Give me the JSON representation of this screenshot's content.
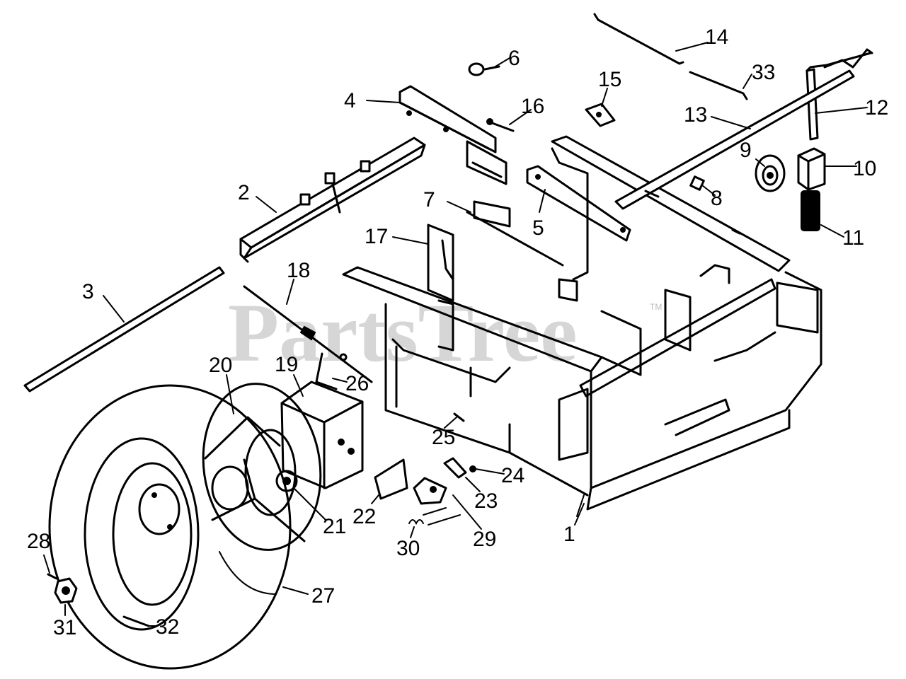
{
  "watermark": {
    "text": "PartsTree",
    "trademark": "TM"
  },
  "callouts": [
    {
      "id": "1",
      "label": "1"
    },
    {
      "id": "2",
      "label": "2"
    },
    {
      "id": "3",
      "label": "3"
    },
    {
      "id": "4",
      "label": "4"
    },
    {
      "id": "5",
      "label": "5"
    },
    {
      "id": "6",
      "label": "6"
    },
    {
      "id": "7",
      "label": "7"
    },
    {
      "id": "8",
      "label": "8"
    },
    {
      "id": "9",
      "label": "9"
    },
    {
      "id": "10",
      "label": "10"
    },
    {
      "id": "11",
      "label": "11"
    },
    {
      "id": "12",
      "label": "12"
    },
    {
      "id": "13",
      "label": "13"
    },
    {
      "id": "14",
      "label": "14"
    },
    {
      "id": "15",
      "label": "15"
    },
    {
      "id": "16",
      "label": "16"
    },
    {
      "id": "17",
      "label": "17"
    },
    {
      "id": "18",
      "label": "18"
    },
    {
      "id": "19",
      "label": "19"
    },
    {
      "id": "20",
      "label": "20"
    },
    {
      "id": "21",
      "label": "21"
    },
    {
      "id": "22",
      "label": "22"
    },
    {
      "id": "23",
      "label": "23"
    },
    {
      "id": "24",
      "label": "24"
    },
    {
      "id": "25",
      "label": "25"
    },
    {
      "id": "26",
      "label": "26"
    },
    {
      "id": "27",
      "label": "27"
    },
    {
      "id": "28",
      "label": "28"
    },
    {
      "id": "29",
      "label": "29"
    },
    {
      "id": "30",
      "label": "30"
    },
    {
      "id": "31",
      "label": "31"
    },
    {
      "id": "32",
      "label": "32"
    },
    {
      "id": "33",
      "label": "33"
    }
  ]
}
